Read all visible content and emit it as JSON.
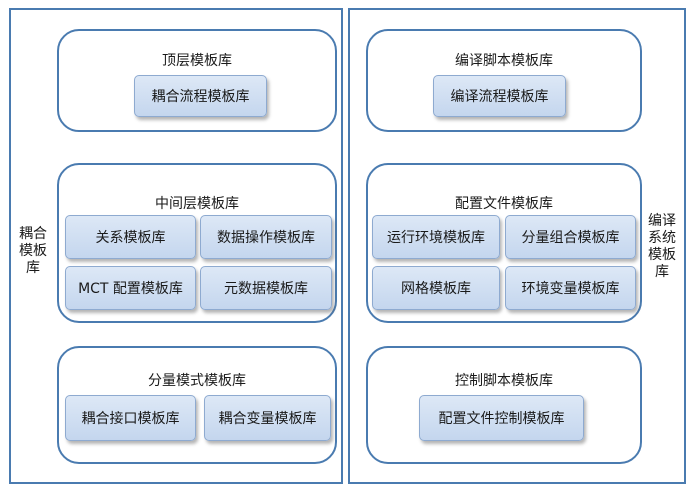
{
  "left": {
    "side_label_lines": [
      "耦合",
      "模板",
      "库"
    ],
    "top_group": {
      "title": "顶层模板库",
      "items": [
        "耦合流程模板库"
      ]
    },
    "middle_group": {
      "title": "中间层模板库",
      "items": [
        "关系模板库",
        "数据操作模板库",
        "MCT 配置模板库",
        "元数据模板库"
      ]
    },
    "bottom_group": {
      "title": "分量模式模板库",
      "items": [
        "耦合接口模板库",
        "耦合变量模板库"
      ]
    }
  },
  "right": {
    "side_label_lines": [
      "编译",
      "系统",
      "模板",
      "库"
    ],
    "top_group": {
      "title": "编译脚本模板库",
      "items": [
        "编译流程模板库"
      ]
    },
    "middle_group": {
      "title": "配置文件模板库",
      "items": [
        "运行环境模板库",
        "分量组合模板库",
        "网格模板库",
        "环境变量模板库"
      ]
    },
    "bottom_group": {
      "title": "控制脚本模板库",
      "items": [
        "配置文件控制模板库"
      ]
    }
  }
}
